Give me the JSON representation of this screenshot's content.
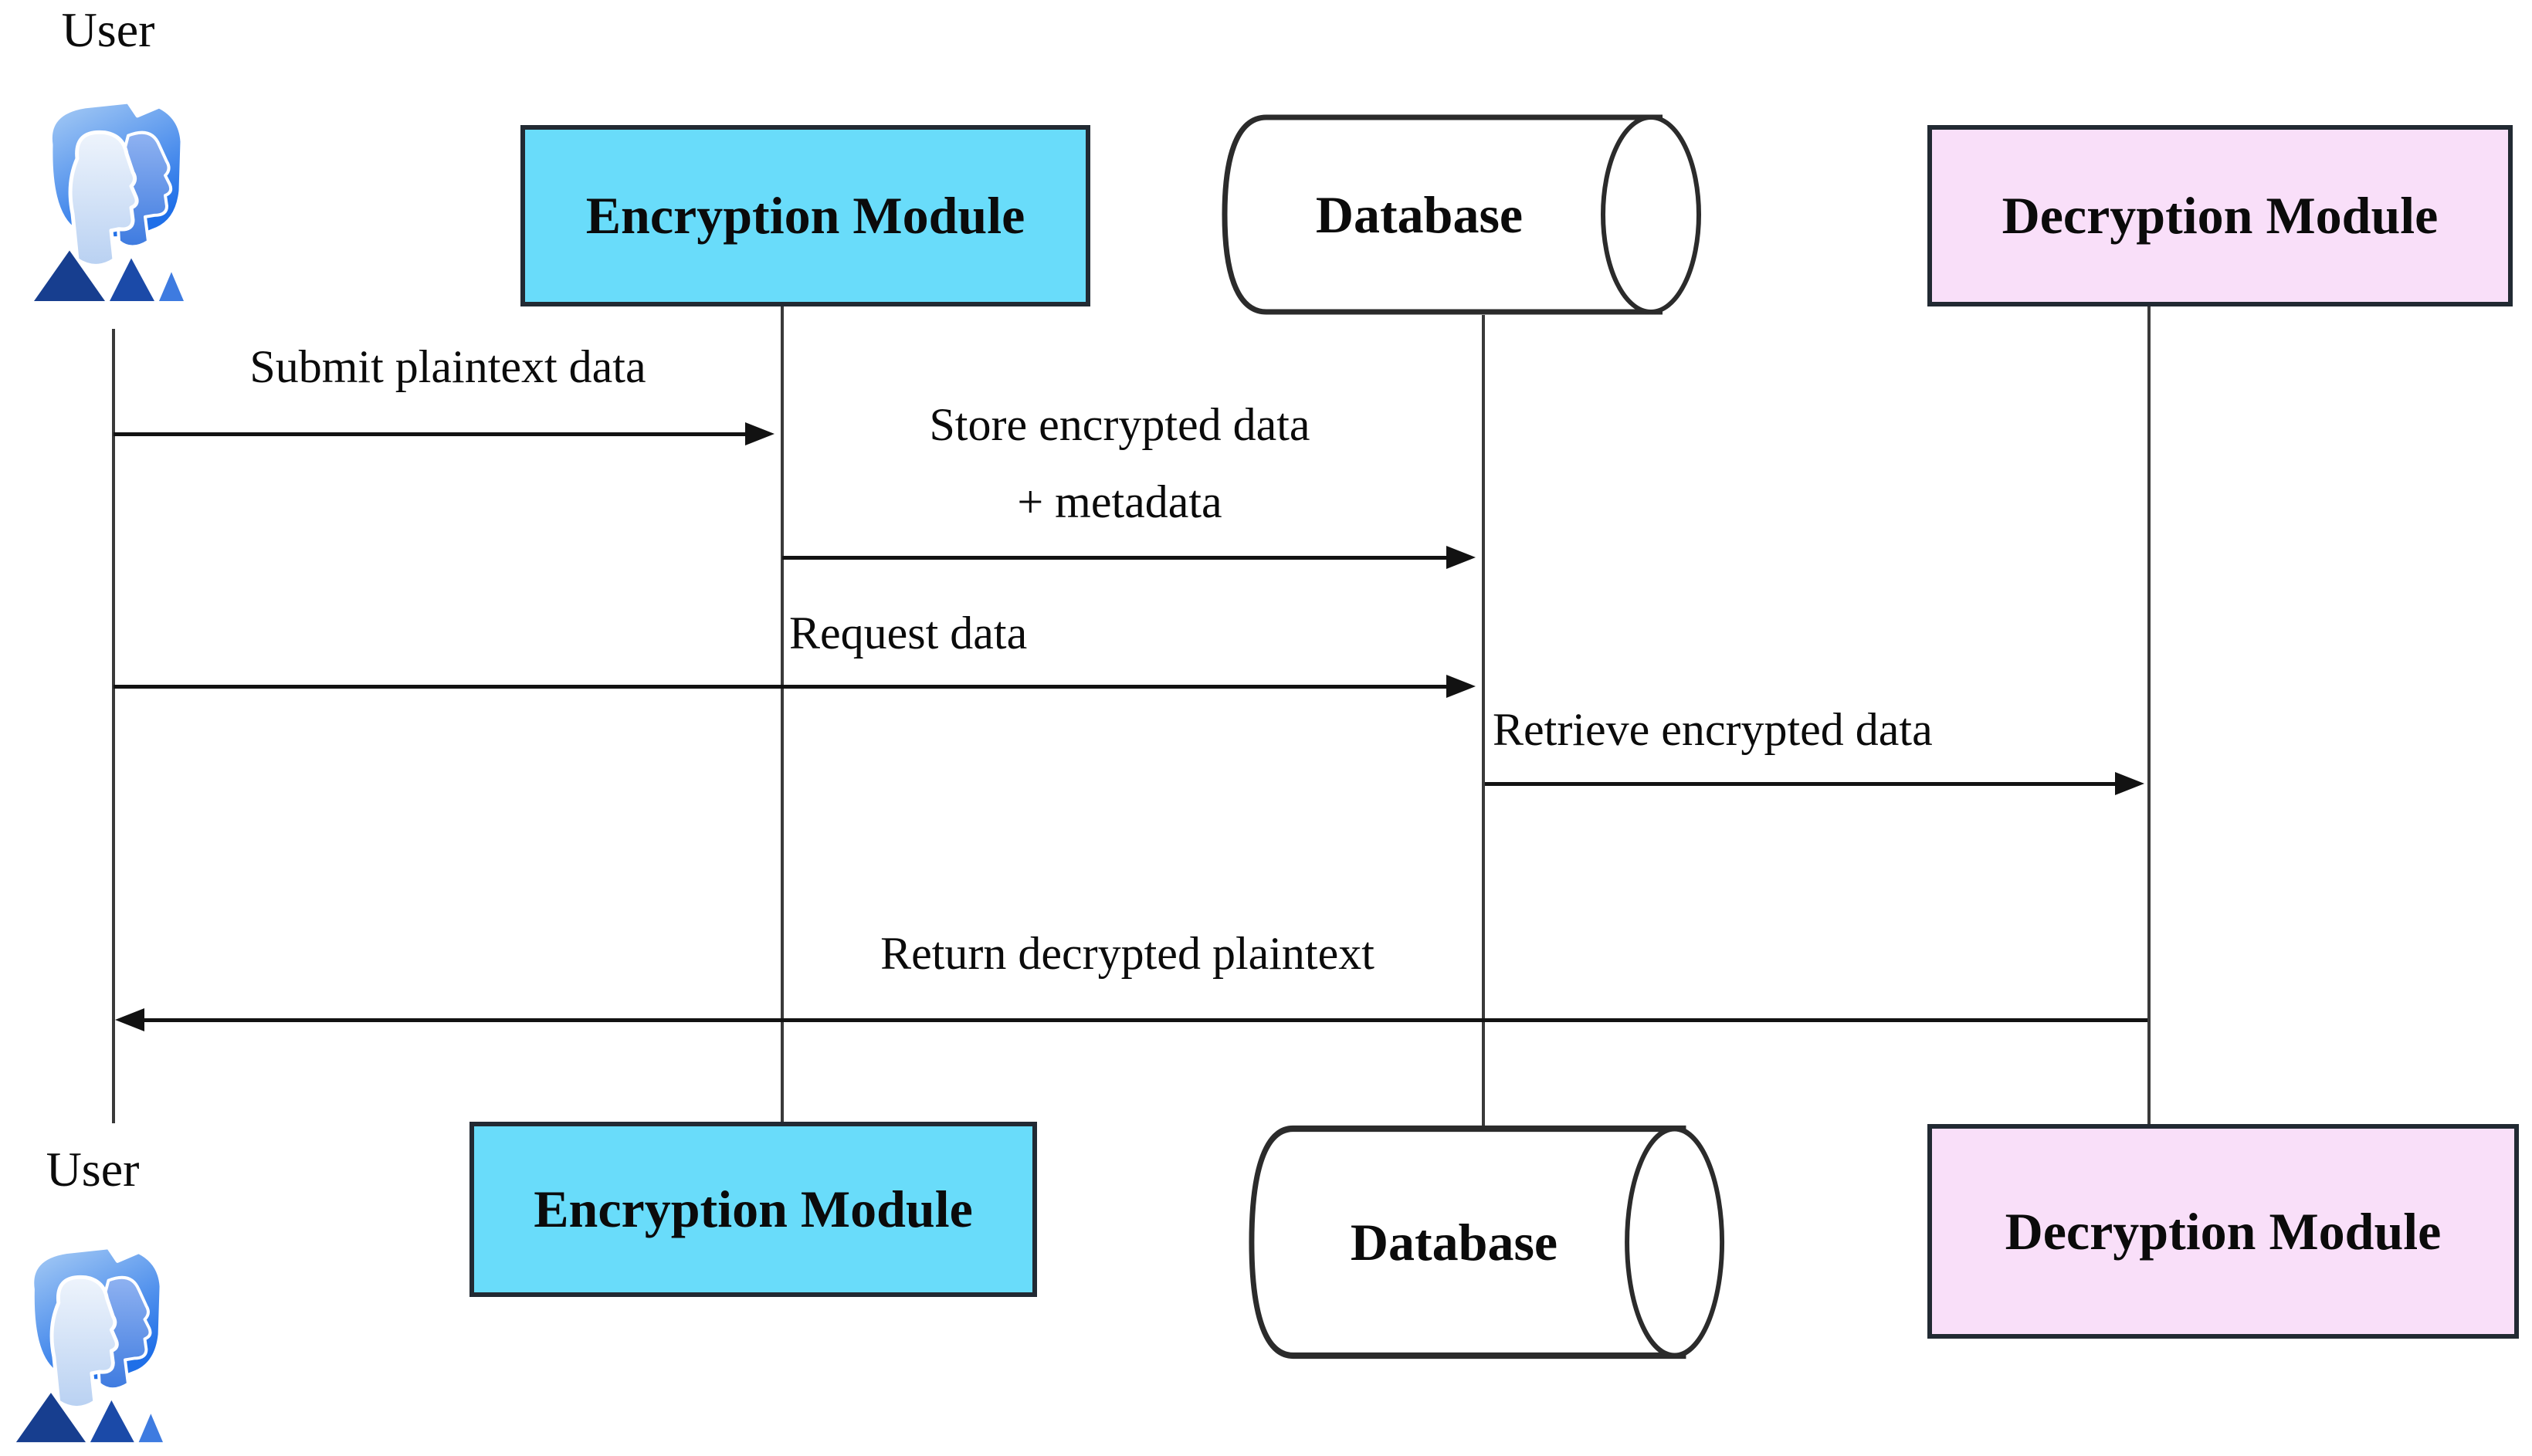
{
  "diagram": {
    "type": "sequence-diagram",
    "subject": "Encrypted data storage and retrieval flow"
  },
  "colors": {
    "background": "#ffffff",
    "module_cyan": "#69dcfa",
    "module_pink": "#f9dff9",
    "box_border": "#222a33",
    "line": "#3a3a3a",
    "arrow": "#121212",
    "text": "#0b0b0b",
    "icon_navy": "#173e8f",
    "icon_blue": "#3e7be0",
    "icon_light_blue": "#a9cdf5"
  },
  "participants": {
    "user": {
      "label": "User"
    },
    "encryption": {
      "label": "Encryption Module"
    },
    "database": {
      "label": "Database"
    },
    "decryption": {
      "label": "Decryption Module"
    }
  },
  "messages": [
    {
      "from": "User",
      "to": "Encryption Module",
      "direction": "right",
      "lines": [
        "Submit plaintext data"
      ]
    },
    {
      "from": "Encryption Module",
      "to": "Database",
      "direction": "right",
      "lines": [
        "Store encrypted data",
        "+ metadata"
      ]
    },
    {
      "from": "User",
      "to": "Database",
      "direction": "right",
      "lines": [
        "Request data"
      ]
    },
    {
      "from": "Database",
      "to": "Decryption Module",
      "direction": "right",
      "lines": [
        "Retrieve encrypted data"
      ]
    },
    {
      "from": "Decryption Module",
      "to": "User",
      "direction": "left",
      "lines": [
        "Return decrypted plaintext"
      ]
    }
  ]
}
